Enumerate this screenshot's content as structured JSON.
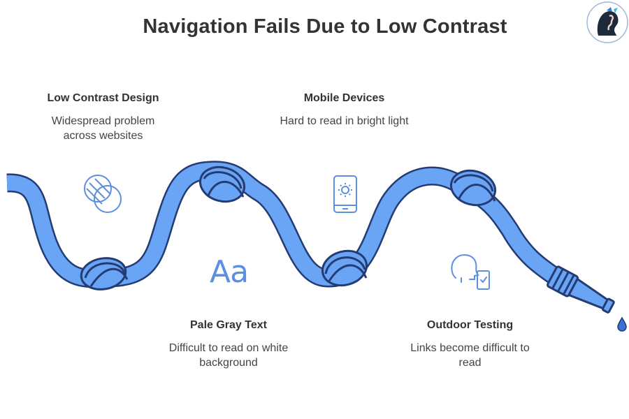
{
  "title": "Navigation Fails Due to Low Contrast",
  "colors": {
    "rope": "#6aa4f4",
    "rope_outline": "#233c73",
    "icon_stroke": "#5b8fe0",
    "title_text": "#333333"
  },
  "icons": {
    "avatar": "woman-profile-avatar",
    "contrast": "overlapping-circles-icon",
    "mobile": "phone-brightness-icon",
    "text": "font-aa-icon",
    "testing": "person-phone-check-icon",
    "drop": "water-drop-icon"
  },
  "items": {
    "low_contrast": {
      "heading": "Low Contrast Design",
      "description": "Widespread problem across websites"
    },
    "mobile": {
      "heading": "Mobile Devices",
      "description": "Hard to read in bright light"
    },
    "pale_text": {
      "heading": "Pale Gray Text",
      "description": "Difficult to read on white background"
    },
    "outdoor": {
      "heading": "Outdoor Testing",
      "description": "Links become difficult to read"
    }
  },
  "aa_glyph": "Aa"
}
